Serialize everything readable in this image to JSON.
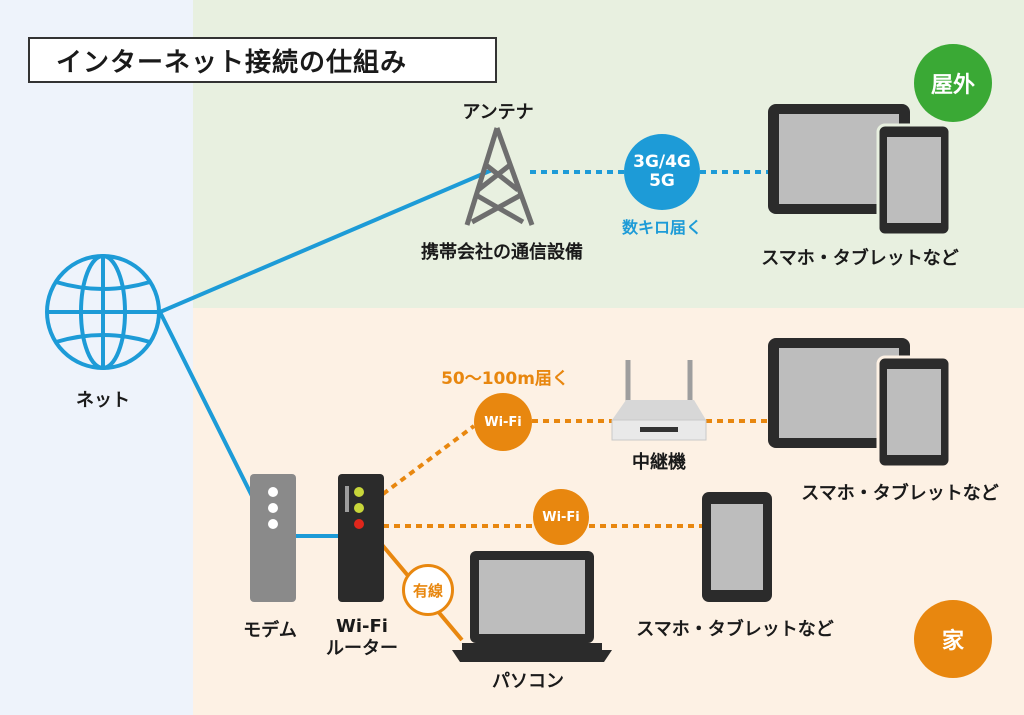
{
  "title": "インターネット接続の仕組み",
  "badges": {
    "outdoor": "屋外",
    "home": "家"
  },
  "net": {
    "label": "ネット"
  },
  "outdoor": {
    "antenna_label": "アンテナ",
    "facility_label": "携帯会社の通信設備",
    "network_line1": "3G/4G",
    "network_line2": "5G",
    "range_text": "数キロ届く",
    "devices_label": "スマホ・タブレットなど"
  },
  "home": {
    "range_text": "50〜100m届く",
    "wifi1": "Wi-Fi",
    "wifi2": "Wi-Fi",
    "wired": "有線",
    "repeater_label": "中継機",
    "devices1_label": "スマホ・タブレットなど",
    "devices2_label": "スマホ・タブレットなど",
    "modem_label": "モデム",
    "router_line1": "Wi-Fi",
    "router_line2": "ルーター",
    "pc_label": "パソコン"
  },
  "colors": {
    "blue": "#1d9bd7",
    "orange": "#e8870f",
    "green": "#3aa935",
    "device_dark": "#2b2b2b",
    "screen_gray": "#bdbdbd"
  }
}
